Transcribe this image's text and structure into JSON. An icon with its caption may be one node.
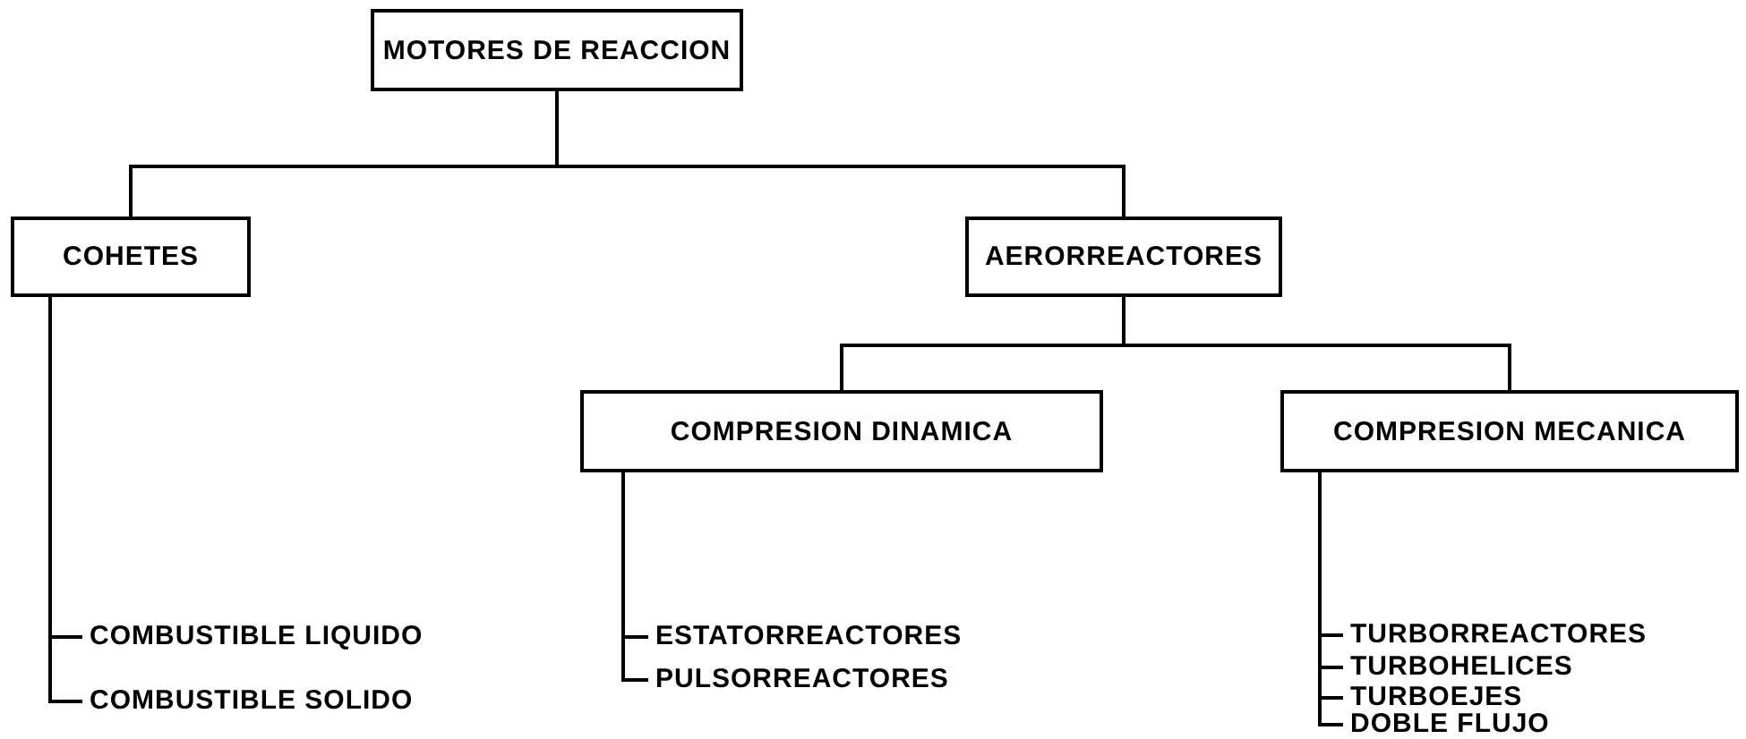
{
  "diagram": {
    "nodes": [
      {
        "text": [
          "MOTORES DE REACCION"
        ]
      },
      {
        "text": [
          "COHETES"
        ]
      },
      {
        "text": [
          "AERORREACTORES"
        ]
      },
      {
        "text": [
          "COMBUSTIBLE LIQUIDO"
        ]
      },
      {
        "text": [
          "COMBUSTIBLE SOLIDO"
        ]
      },
      {
        "text": [
          "COMPRESION DINAMICA"
        ]
      },
      {
        "text": [
          "COMPRESION MECANICA"
        ]
      },
      {
        "text": [
          "ESTATORREACTORES"
        ]
      },
      {
        "text": [
          "PULSORREACTORES"
        ]
      },
      {
        "text": [
          "TURBORREACTORES"
        ]
      },
      {
        "text": [
          "TURBOHELICES"
        ]
      },
      {
        "text": [
          "TURBOEJES"
        ]
      },
      {
        "text": [
          "DOBLE FLUJO"
        ]
      }
    ],
    "edges": [
      {
        "from": 0,
        "to": 1,
        "arrow": "none"
      },
      {
        "from": 0,
        "to": 2,
        "arrow": "none"
      },
      {
        "from": 1,
        "to": 3,
        "arrow": "none"
      },
      {
        "from": 1,
        "to": 4,
        "arrow": "none"
      },
      {
        "from": 2,
        "to": 5,
        "arrow": "none"
      },
      {
        "from": 2,
        "to": 6,
        "arrow": "none"
      },
      {
        "from": 5,
        "to": 7,
        "arrow": "none"
      },
      {
        "from": 5,
        "to": 8,
        "arrow": "none"
      },
      {
        "from": 6,
        "to": 9,
        "arrow": "none"
      },
      {
        "from": 6,
        "to": 10,
        "arrow": "none"
      },
      {
        "from": 6,
        "to": 11,
        "arrow": "none"
      },
      {
        "from": 6,
        "to": 12,
        "arrow": "none"
      }
    ]
  }
}
